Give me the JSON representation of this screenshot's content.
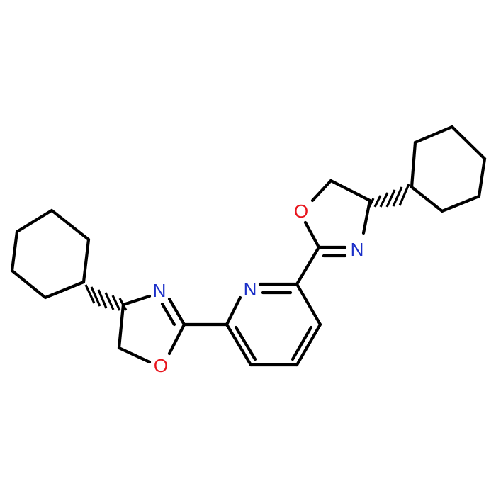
{
  "molecule": {
    "atom_labels": {
      "n_pyridine": "N",
      "n_oxazoline_right": "N",
      "o_oxazoline_right": "O",
      "n_oxazoline_left": "N",
      "o_oxazoline_left": "O"
    },
    "colors": {
      "bond": "#000000",
      "nitrogen": "#1a2ec8",
      "oxygen": "#e8141c",
      "background": "#ffffff"
    }
  }
}
